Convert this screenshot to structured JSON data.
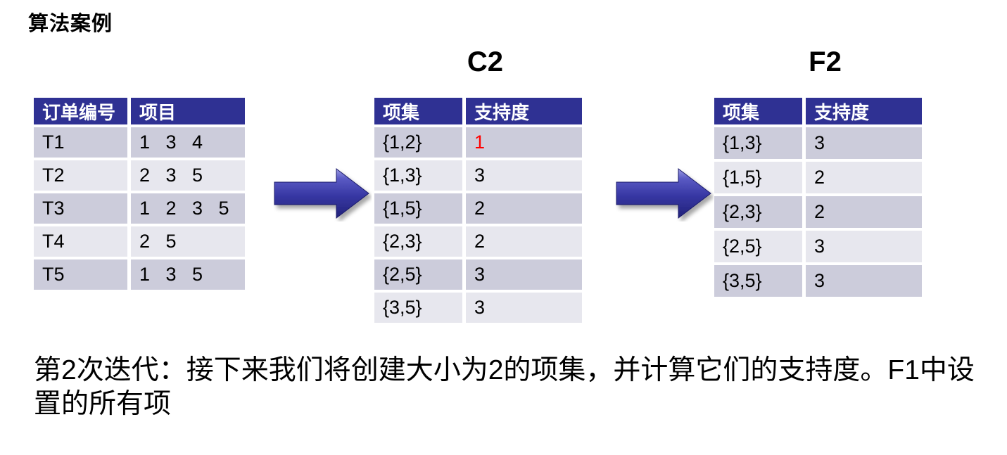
{
  "page": {
    "title": "算法案例"
  },
  "colors": {
    "header_bg": "#2F3193",
    "header_text": "#FFFFFF",
    "row_dark": "#CCCCDB",
    "row_light": "#E7E7EE",
    "highlight_red": "#FF0000",
    "arrow_blue": "#3A3AA6"
  },
  "tables": {
    "orders": {
      "headers": [
        "订单编号",
        "项目"
      ],
      "rows": [
        [
          "T1",
          "1   3   4"
        ],
        [
          "T2",
          "2   3   5"
        ],
        [
          "T3",
          "1   2   3   5"
        ],
        [
          "T4",
          "2   5"
        ],
        [
          "T5",
          "1   3   5"
        ]
      ]
    },
    "c2": {
      "label": "C2",
      "headers": [
        "项集",
        "支持度"
      ],
      "rows": [
        [
          "{1,2}",
          "1"
        ],
        [
          "{1,3}",
          "3"
        ],
        [
          "{1,5}",
          "2"
        ],
        [
          "{2,3}",
          "2"
        ],
        [
          "{2,5}",
          "3"
        ],
        [
          "{3,5}",
          "3"
        ]
      ],
      "highlight_cells": [
        [
          0,
          1
        ]
      ]
    },
    "f2": {
      "label": "F2",
      "headers": [
        "项集",
        "支持度"
      ],
      "rows": [
        [
          "{1,3}",
          "3"
        ],
        [
          "{1,5}",
          "2"
        ],
        [
          "{2,3}",
          "2"
        ],
        [
          "{2,5}",
          "3"
        ],
        [
          "{3,5}",
          "3"
        ]
      ]
    }
  },
  "caption_lines": [
    "第2次迭代：接下来我们将创建大小为2的项集，并计算它们的支持度。F1中设",
    "置的所有项"
  ]
}
